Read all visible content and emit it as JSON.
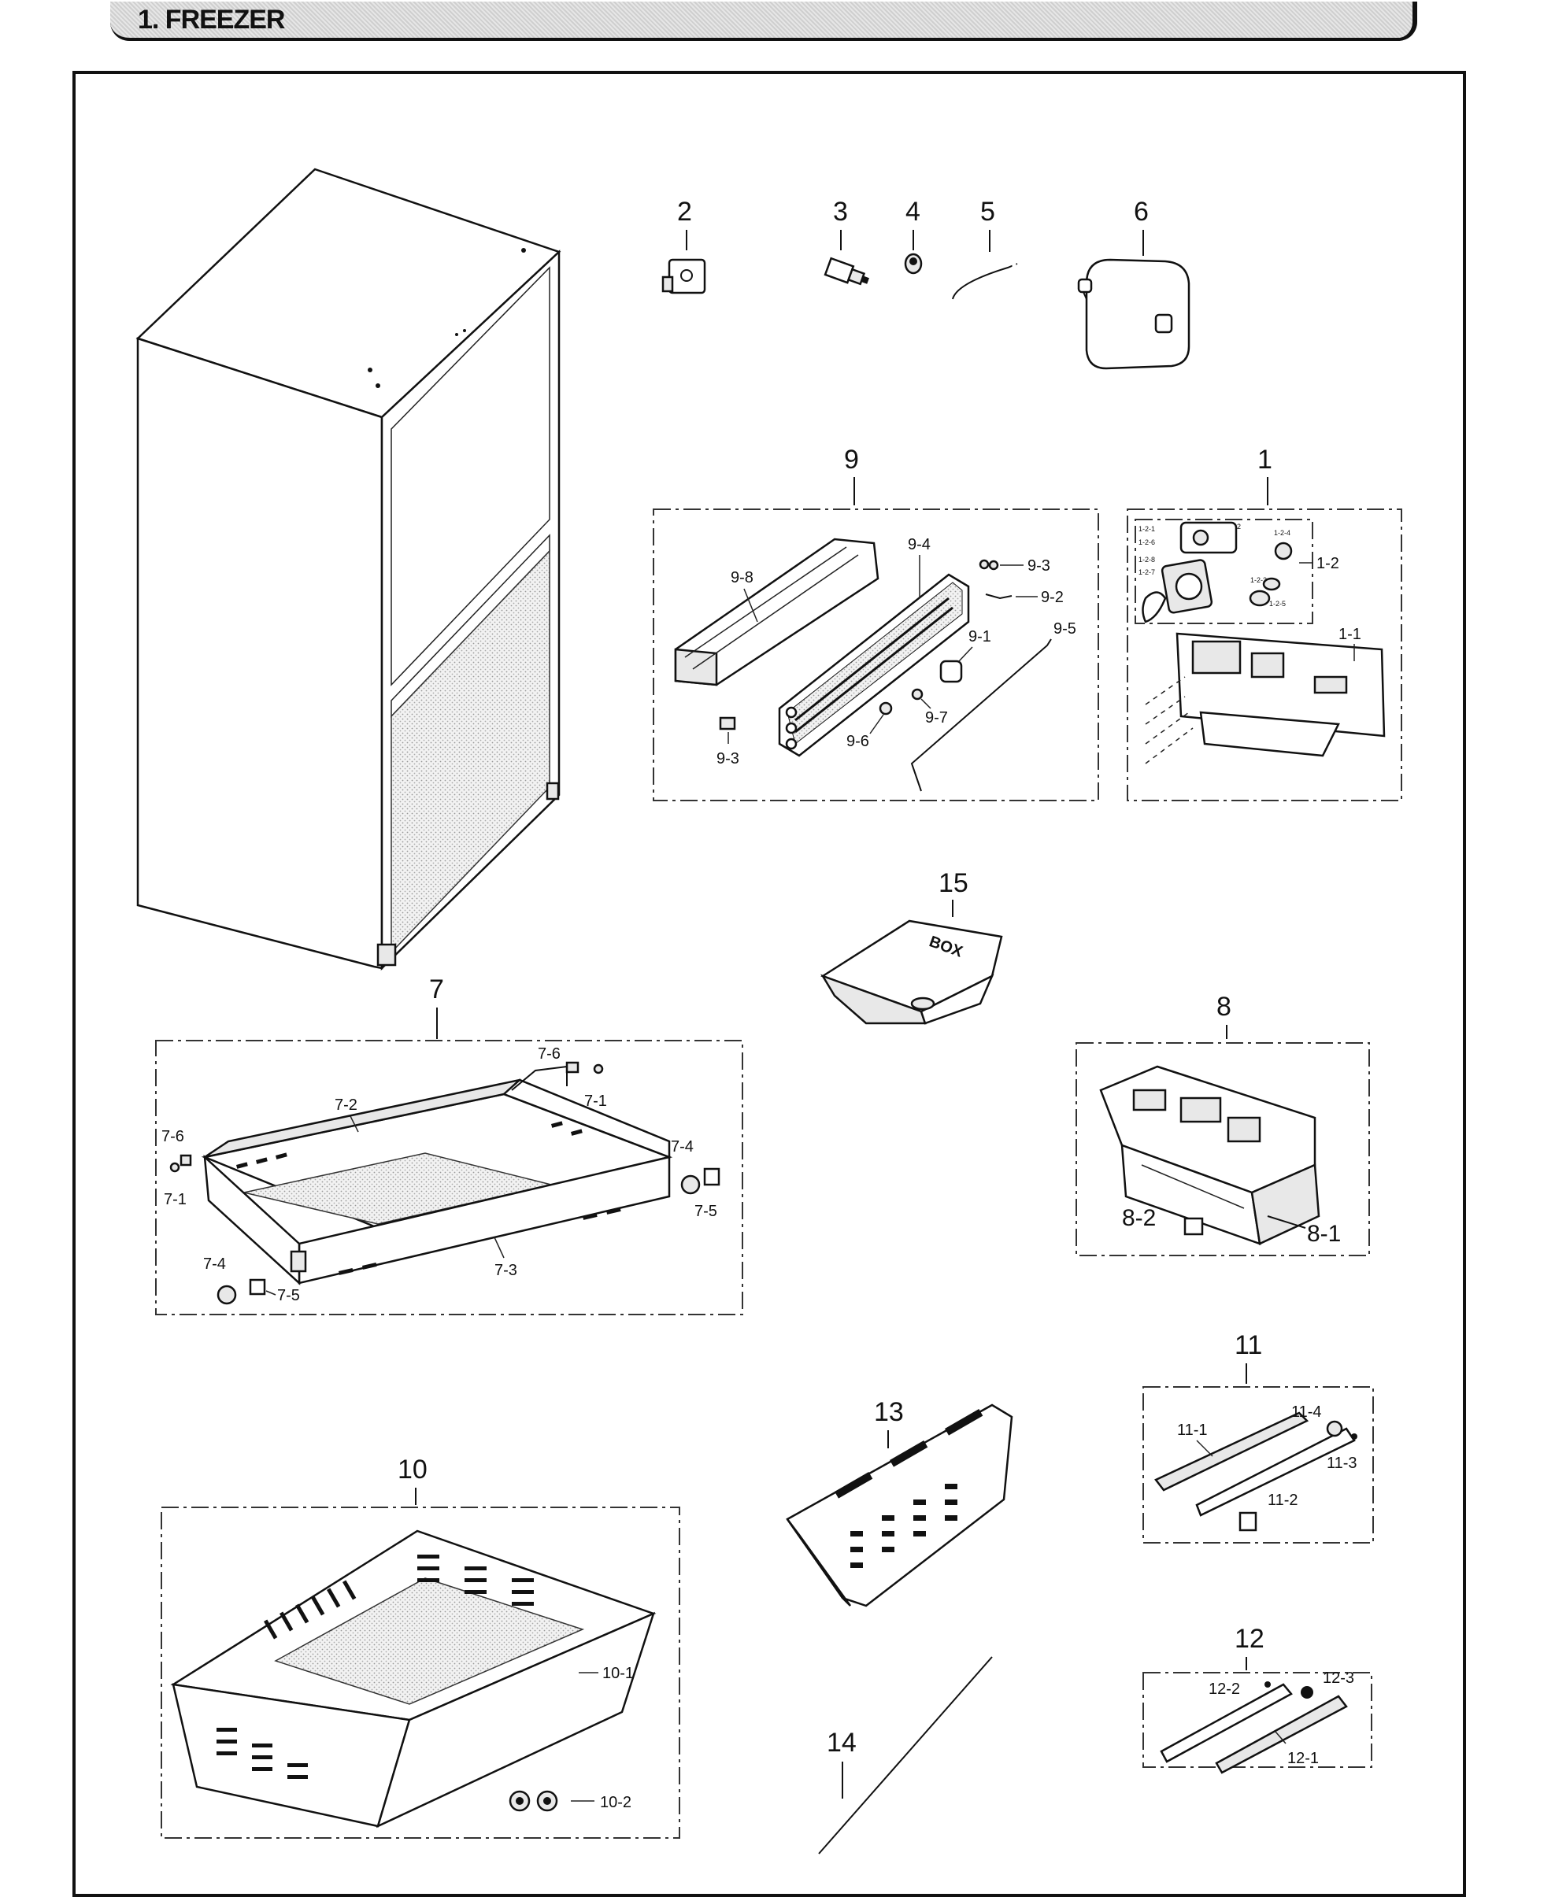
{
  "header": {
    "title": "1. FREEZER"
  },
  "callouts": {
    "p1": "1",
    "p1_1": "1-1",
    "p1_2": "1-2",
    "p1_2_1": "1-2-1",
    "p1_2_2": "1-2-2",
    "p1_2_3": "1-2-3",
    "p1_2_4": "1-2-4",
    "p1_2_5": "1-2-5",
    "p1_2_6": "1-2-6",
    "p1_2_7": "1-2-7",
    "p1_2_8": "1-2-8",
    "p2": "2",
    "p3": "3",
    "p4": "4",
    "p5": "5",
    "p6": "6",
    "p7": "7",
    "p7_1a": "7-1",
    "p7_1b": "7-1",
    "p7_2": "7-2",
    "p7_3": "7-3",
    "p7_4a": "7-4",
    "p7_4b": "7-4",
    "p7_5a": "7-5",
    "p7_5b": "7-5",
    "p7_6a": "7-6",
    "p7_6b": "7-6",
    "p8": "8",
    "p8_1": "8-1",
    "p8_2": "8-2",
    "p9": "9",
    "p9_1": "9-1",
    "p9_2": "9-2",
    "p9_3a": "9-3",
    "p9_3b": "9-3",
    "p9_4": "9-4",
    "p9_5": "9-5",
    "p9_6": "9-6",
    "p9_7": "9-7",
    "p9_8": "9-8",
    "p10": "10",
    "p10_1": "10-1",
    "p10_2": "10-2",
    "p11": "11",
    "p11_1": "11-1",
    "p11_2": "11-2",
    "p11_3": "11-3",
    "p11_4": "11-4",
    "p12": "12",
    "p12_1": "12-1",
    "p12_2": "12-2",
    "p12_3": "12-3",
    "p13": "13",
    "p14": "14",
    "p15": "15"
  },
  "tray_imprint": "BOX"
}
